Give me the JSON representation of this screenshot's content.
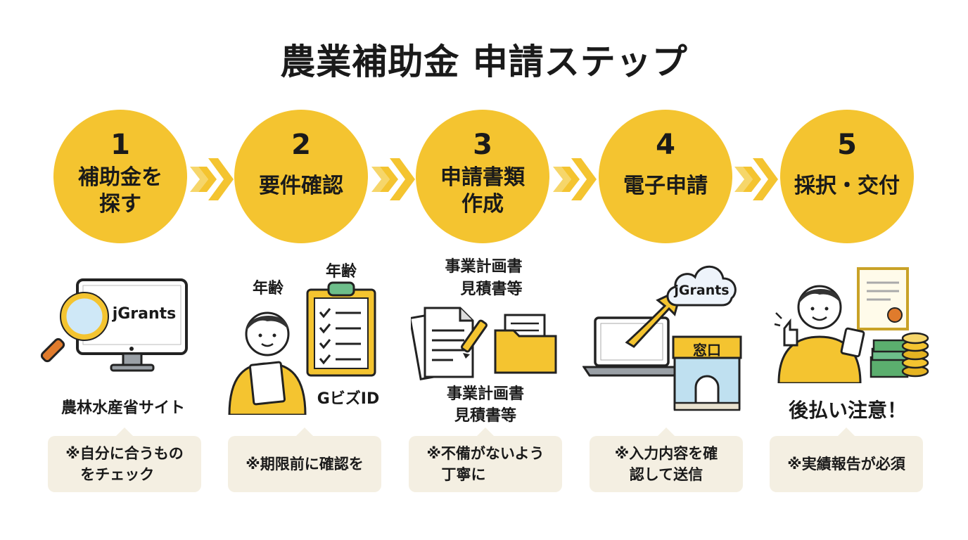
{
  "title": "農業補助金 申請ステップ",
  "colors": {
    "accent": "#F4C430",
    "note_bg": "#F4EFE2",
    "text": "#1a1a1a"
  },
  "steps": [
    {
      "number": "1",
      "label": "補助金を\n探す",
      "screen_text": "jGrants",
      "caption": "農林水産省サイト",
      "note": "※自分に合うもの\n　をチェック",
      "icons": [
        "monitor-icon",
        "magnifier-icon"
      ]
    },
    {
      "number": "2",
      "label": "要件確認",
      "tag_left": "年齢",
      "tag_right": "年齢",
      "caption": "GビズID",
      "note": "※期限前に確認を",
      "icons": [
        "person-icon",
        "clipboard-checklist-icon"
      ]
    },
    {
      "number": "3",
      "label": "申請書類\n作成",
      "caption_top": "事業計画書\n　見積書等",
      "caption_bottom": "事業計画書\n見積書等",
      "note": "※不備がないよう\n　丁寧に",
      "icons": [
        "documents-icon",
        "pen-icon",
        "folder-icon"
      ]
    },
    {
      "number": "4",
      "label": "電子申請",
      "cloud_text": "jGrants",
      "counter_text": "窓口",
      "note": "※入力内容を確\n　認して送信",
      "icons": [
        "laptop-icon",
        "upload-arrow-icon",
        "cloud-icon",
        "counter-window-icon"
      ]
    },
    {
      "number": "5",
      "label": "採択・交付",
      "caption": "後払い注意！",
      "note": "※実績報告が必須",
      "icons": [
        "person-thumbs-up-icon",
        "certificate-icon",
        "money-icon",
        "coins-icon"
      ]
    }
  ]
}
